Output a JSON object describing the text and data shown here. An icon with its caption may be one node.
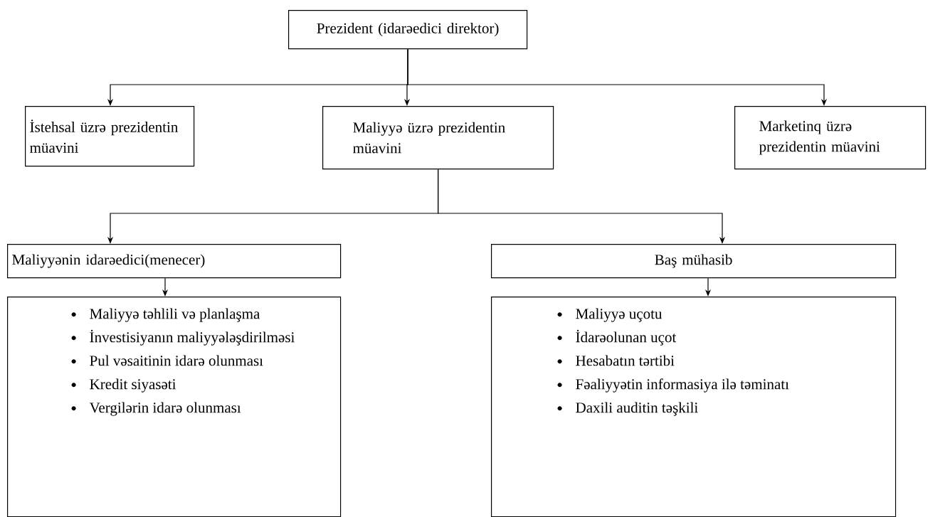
{
  "diagram": {
    "nodes": [
      {
        "text": [
          "Prezident (idarəedici direktor)"
        ]
      },
      {
        "text": [
          "İstehsal üzrə prezidentin müavini"
        ]
      },
      {
        "text": [
          "Maliyyə üzrə prezidentin müavini"
        ]
      },
      {
        "text": [
          "Marketinq üzrə prezidentin müavini"
        ]
      },
      {
        "text": [
          "Maliyyənin idarəedici(menecer)"
        ]
      },
      {
        "text": [
          "Baş mühasib"
        ]
      },
      {
        "text": [
          "Maliyyə təhlili və planlaşma",
          "İnvestisiyanın maliyyələşdirilməsi",
          "Pul vəsaitinin idarə olunması",
          "Kredit siyasəti",
          "Vergilərin idarə olunması"
        ]
      },
      {
        "text": [
          "Maliyyə uçotu",
          "İdarəolunan uçot",
          "Hesabatın tərtibi",
          "Fəaliyyətin informasiya ilə təminatı",
          "Daxili auditin təşkili"
        ]
      }
    ],
    "edges": [
      {
        "from": 0,
        "to": 1,
        "arrow": "to"
      },
      {
        "from": 0,
        "to": 2,
        "arrow": "to"
      },
      {
        "from": 0,
        "to": 3,
        "arrow": "to"
      },
      {
        "from": 2,
        "to": 4,
        "arrow": "to"
      },
      {
        "from": 2,
        "to": 5,
        "arrow": "to"
      },
      {
        "from": 4,
        "to": 6,
        "arrow": "to"
      },
      {
        "from": 5,
        "to": 7,
        "arrow": "to"
      }
    ]
  }
}
